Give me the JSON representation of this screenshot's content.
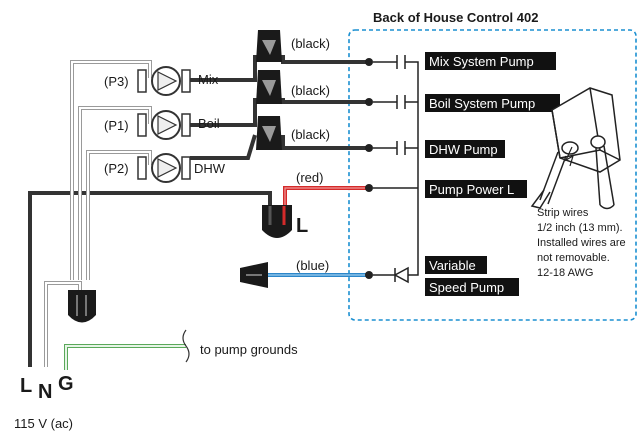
{
  "panel": {
    "title": "Back of House Control 402",
    "accent": "#1a8fd1"
  },
  "terminals": [
    {
      "label": "Mix System Pump"
    },
    {
      "label": "Boil System Pump"
    },
    {
      "label": "DHW Pump"
    },
    {
      "label": "Pump Power L"
    },
    {
      "label_line1": "Variable",
      "label_line2": "Speed Pump"
    }
  ],
  "pumps": [
    {
      "code": "(P3)",
      "name": "Mix"
    },
    {
      "code": "(P1)",
      "name": "Boil"
    },
    {
      "code": "(P2)",
      "name": "DHW"
    }
  ],
  "wire_labels": {
    "black_1": "(black)",
    "black_2": "(black)",
    "black_3": "(black)",
    "red": "(red)",
    "blue": "(blue)"
  },
  "wire_colors": {
    "black": "#333333",
    "red": "#d42a2a",
    "blue": "#2c86c9",
    "green": "#5aa85a"
  },
  "connector_L": "L",
  "strip_note": [
    "Strip wires",
    "1/2 inch (13 mm).",
    "Installed wires are",
    "not removable.",
    "12-18 AWG"
  ],
  "ground_note": "to pump grounds",
  "supply": {
    "L": "L",
    "N": "N",
    "G": "G",
    "voltage": "115 V (ac)"
  }
}
